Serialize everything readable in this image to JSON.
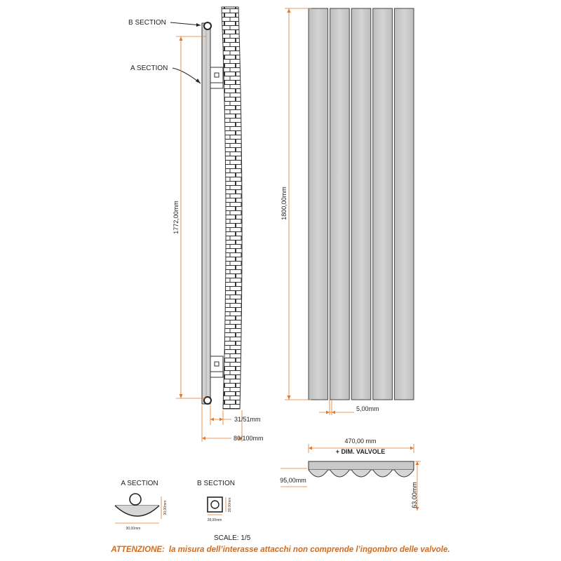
{
  "labels": {
    "b_section_top": "B SECTION",
    "a_section_top": "A SECTION",
    "a_section_detail": "A SECTION",
    "b_section_detail": "B SECTION",
    "scale": "SCALE: 1/5"
  },
  "dimensions": {
    "interaxis_height": "1772,00mm",
    "total_height": "1800,00mm",
    "gap": "5,00mm",
    "offset_small": "31/51mm",
    "offset_large": "80/100mm",
    "width": "470,00 mm",
    "width_note": "+ DIM. VALVOLE",
    "depth_plan": "95,00mm",
    "height_plan": "63,00mm",
    "a_section_width": "90,00mm",
    "a_section_height": "30,00mm",
    "b_section_width": "28,00mm",
    "b_section_height": "28,00mm"
  },
  "note": {
    "prefix": "ATTENZIONE:",
    "text": "la misura dell’interasse attacchi non comprende l’ingombro delle valvole."
  },
  "colors": {
    "dimension_line": "#e07a2e",
    "warning_text": "#d36a1c",
    "panel_fill": "#c9c9c9",
    "outline": "#222222"
  },
  "panel_columns": 5
}
